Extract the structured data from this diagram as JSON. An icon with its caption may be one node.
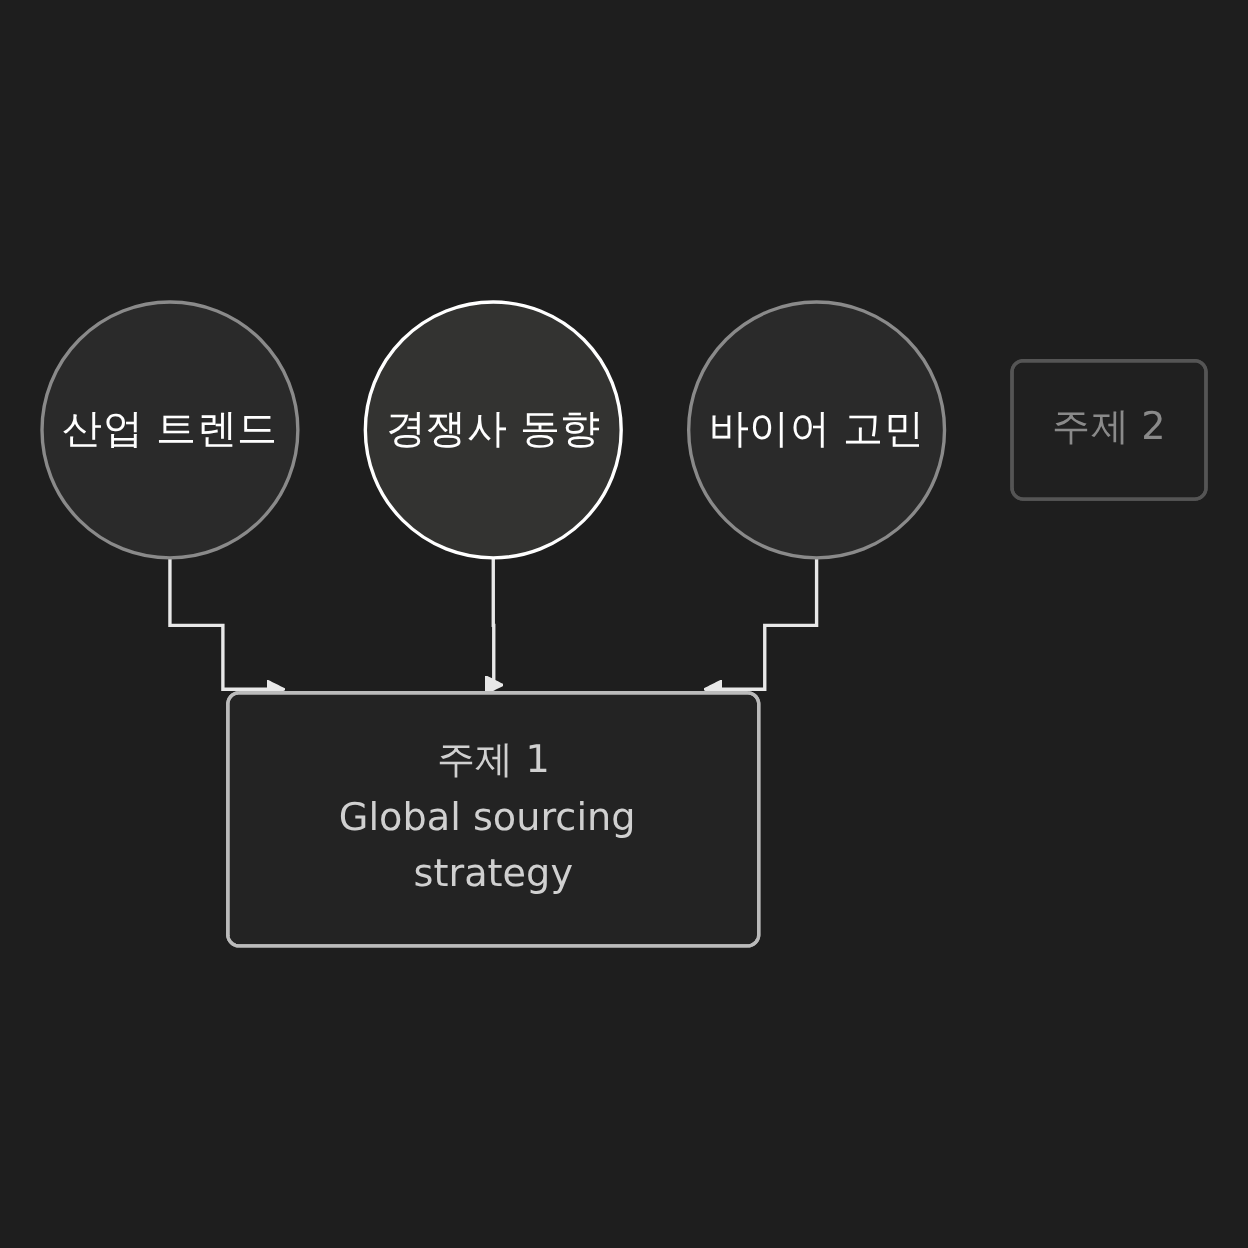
{
  "diagram": {
    "nodes": [
      {
        "text": [
          "산업 트렌드"
        ]
      },
      {
        "text": [
          "경쟁사 동향"
        ]
      },
      {
        "text": [
          "바이어 고민"
        ]
      },
      {
        "text": [
          "주제 1",
          "Global sourcing strategy"
        ]
      },
      {
        "text": [
          "주제 2"
        ]
      }
    ],
    "edges": [
      {
        "from": 0,
        "to": 3,
        "arrow": "to"
      },
      {
        "from": 1,
        "to": 3,
        "arrow": "to"
      },
      {
        "from": 2,
        "to": 3,
        "arrow": "to"
      }
    ]
  }
}
